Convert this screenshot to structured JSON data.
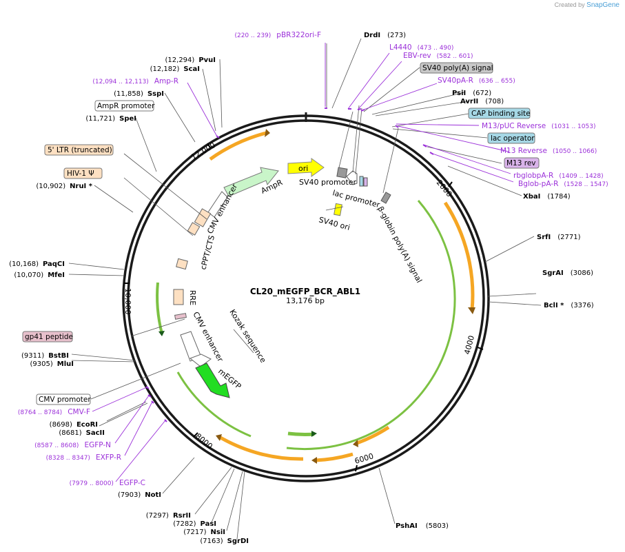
{
  "credit": {
    "prefix": "Created by",
    "brand": "SnapGene"
  },
  "plasmid": {
    "name": "CL20_mEGFP_BCR_ABL1",
    "size": "13,176 bp",
    "length": 13176
  },
  "ticks": [
    "2000",
    "4000",
    "6000",
    "8000",
    "10,000",
    "12,000"
  ],
  "sites": [
    {
      "name": "DrdI",
      "pos": "(273)",
      "side": "R"
    },
    {
      "name": "PsiI",
      "pos": "(672)",
      "side": "R"
    },
    {
      "name": "AvrII",
      "pos": "(708)",
      "side": "R"
    },
    {
      "name": "XbaI",
      "pos": "(1784)",
      "side": "R"
    },
    {
      "name": "SrfI",
      "pos": "(2771)",
      "side": "R"
    },
    {
      "name": "SgrAI",
      "pos": "(3086)",
      "side": "R"
    },
    {
      "name": "BclI *",
      "pos": "(3376)",
      "side": "R"
    },
    {
      "name": "PshAI",
      "pos": "(5803)",
      "side": "R"
    },
    {
      "name": "SgrDI",
      "pos": "(7163)",
      "side": "L"
    },
    {
      "name": "NsiI",
      "pos": "(7217)",
      "side": "L"
    },
    {
      "name": "PasI",
      "pos": "(7282)",
      "side": "L"
    },
    {
      "name": "RsrII",
      "pos": "(7297)",
      "side": "L"
    },
    {
      "name": "NotI",
      "pos": "(7903)",
      "side": "L"
    },
    {
      "name": "SacII",
      "pos": "(8681)",
      "side": "L"
    },
    {
      "name": "EcoRI",
      "pos": "(8698)",
      "side": "L"
    },
    {
      "name": "MluI",
      "pos": "(9305)",
      "side": "L"
    },
    {
      "name": "BstBI",
      "pos": "(9311)",
      "side": "L"
    },
    {
      "name": "MfeI",
      "pos": "(10,070)",
      "side": "L"
    },
    {
      "name": "PaqCI",
      "pos": "(10,168)",
      "side": "L"
    },
    {
      "name": "NruI *",
      "pos": "(10,902)",
      "side": "L"
    },
    {
      "name": "SpeI",
      "pos": "(11,721)",
      "side": "L"
    },
    {
      "name": "SspI",
      "pos": "(11,858)",
      "side": "L"
    },
    {
      "name": "ScaI",
      "pos": "(12,182)",
      "side": "L"
    },
    {
      "name": "PvuI",
      "pos": "(12,294)",
      "side": "L"
    }
  ],
  "primers": [
    {
      "name": "pBR322ori-F",
      "range": "(220 .. 239)",
      "side": "L"
    },
    {
      "name": "L4440",
      "range": "(473 .. 490)",
      "side": "R"
    },
    {
      "name": "EBV-rev",
      "range": "(582 .. 601)",
      "side": "R"
    },
    {
      "name": "SV40pA-R",
      "range": "(636 .. 655)",
      "side": "R"
    },
    {
      "name": "M13/pUC Reverse",
      "range": "(1031 .. 1053)",
      "side": "R"
    },
    {
      "name": "M13 Reverse",
      "range": "(1050 .. 1066)",
      "side": "R"
    },
    {
      "name": "rbglobpA-R",
      "range": "(1409 .. 1428)",
      "side": "R"
    },
    {
      "name": "Bglob-pA-R",
      "range": "(1528 .. 1547)",
      "side": "R"
    },
    {
      "name": "EGFP-C",
      "range": "(7979 .. 8000)",
      "side": "L"
    },
    {
      "name": "EXFP-R",
      "range": "(8328 .. 8347)",
      "side": "L"
    },
    {
      "name": "EGFP-N",
      "range": "(8587 .. 8608)",
      "side": "L"
    },
    {
      "name": "CMV-F",
      "range": "(8764 .. 8784)",
      "side": "L"
    },
    {
      "name": "Amp-R",
      "range": "(12,094 .. 12,113)",
      "side": "L"
    }
  ],
  "boxed_labels": [
    {
      "name": "SV40 poly(A) signal",
      "fill": "#c8c8c8"
    },
    {
      "name": "CAP binding site",
      "fill": "#a6d8e6"
    },
    {
      "name": "lac operator",
      "fill": "#a6d8e6"
    },
    {
      "name": "M13 rev",
      "fill": "#d9b3ea"
    },
    {
      "name": "AmpR promoter",
      "fill": "#ffffff"
    },
    {
      "name": "5' LTR (truncated)",
      "fill": "#fde0c2"
    },
    {
      "name": "HIV-1 Ψ",
      "fill": "#fde0c2"
    },
    {
      "name": "gp41 peptide",
      "fill": "#e7c0cc"
    },
    {
      "name": "CMV promoter",
      "fill": "#ffffff"
    }
  ],
  "inner_features": [
    "ori",
    "AmpR",
    "SV40 promoter",
    "lac promoter",
    "SV40 ori",
    "β-globin poly(A) signal",
    "CMV enhancer",
    "cPPT/CTS",
    "RRE",
    "CMV enhancer",
    "Kozak sequence",
    "mEGFP"
  ],
  "colors": {
    "backbone": "#1a1a1a",
    "site_text": "#000000",
    "primer": "#9b30d9",
    "orf_orange": "#f5a623",
    "orf_green": "#7cc142",
    "egfp": "#22dd22",
    "ori": "#ffff00",
    "ampr": "#c9f5c9"
  }
}
